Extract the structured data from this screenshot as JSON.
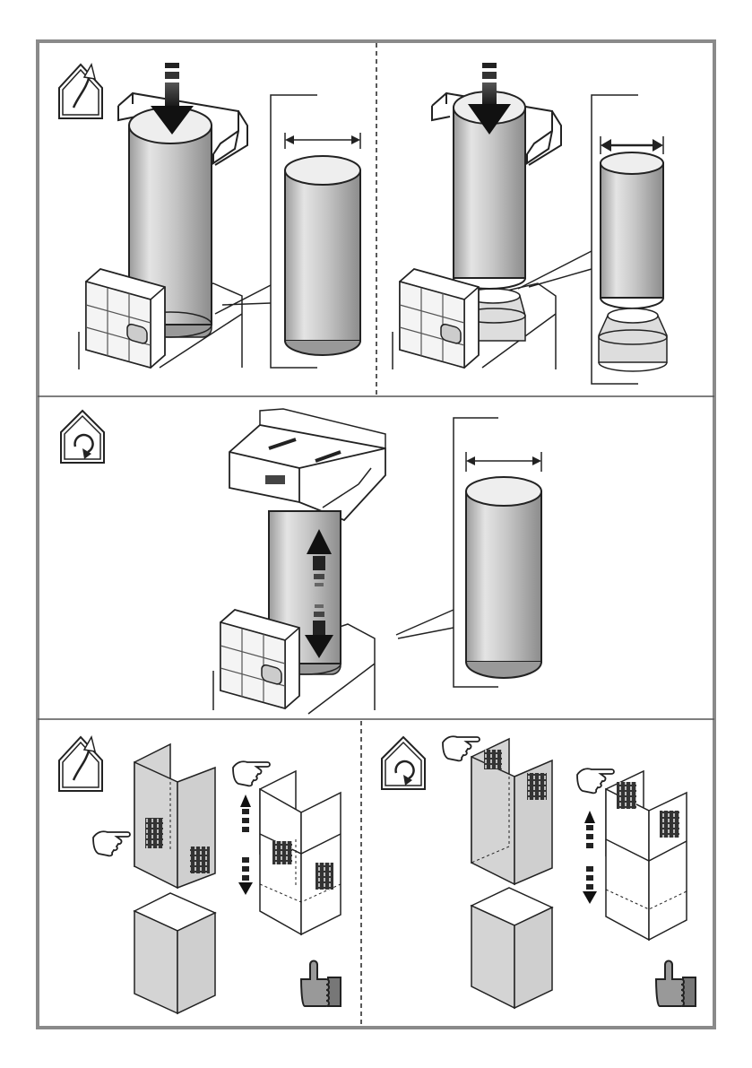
{
  "document": {
    "type": "installation-instructions-illustration",
    "colors": {
      "frame": "#8a8a8a",
      "line": "#222222",
      "duct_fill": "#cfcfcf",
      "cover_fill": "#d4d4d4",
      "paper": "#ffffff"
    }
  },
  "panels": [
    {
      "id": "top-left",
      "icon": "ducting-outside-icon",
      "step": "ducted-duct-mount"
    },
    {
      "id": "top-right",
      "icon": "ducting-outside-icon",
      "step": "ducted-duct-with-adapter"
    },
    {
      "id": "middle",
      "icon": "recirculation-icon",
      "step": "recirculation-duct-telescopic"
    },
    {
      "id": "bottom-left",
      "icon": "ducting-outside-icon",
      "step": "ducted-chimney-covers",
      "confirm": "thumbs-up-icon"
    },
    {
      "id": "bottom-right",
      "icon": "recirculation-icon",
      "step": "recirculation-chimney-covers",
      "confirm": "thumbs-up-icon"
    }
  ]
}
